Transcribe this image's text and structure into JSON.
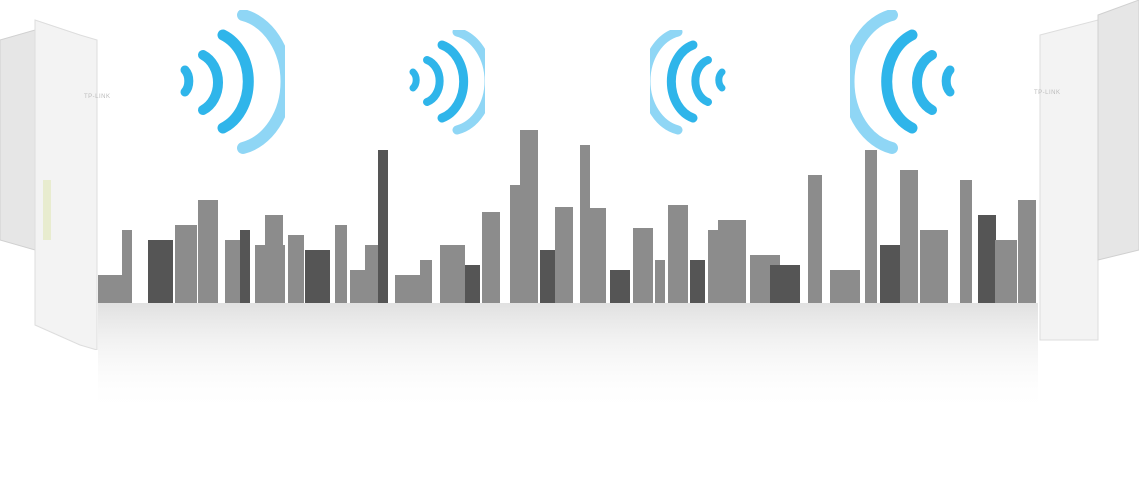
{
  "device_brand": "TP-LINK",
  "colors": {
    "signal": "#2fb5ea",
    "signal_light": "#8fd6f5",
    "building": "#8c8c8c",
    "building_dark": "#555555",
    "device": "#f2f2f2"
  },
  "icons": [
    "wifi-signal-icon",
    "outdoor-cpe-device",
    "city-skyline"
  ]
}
